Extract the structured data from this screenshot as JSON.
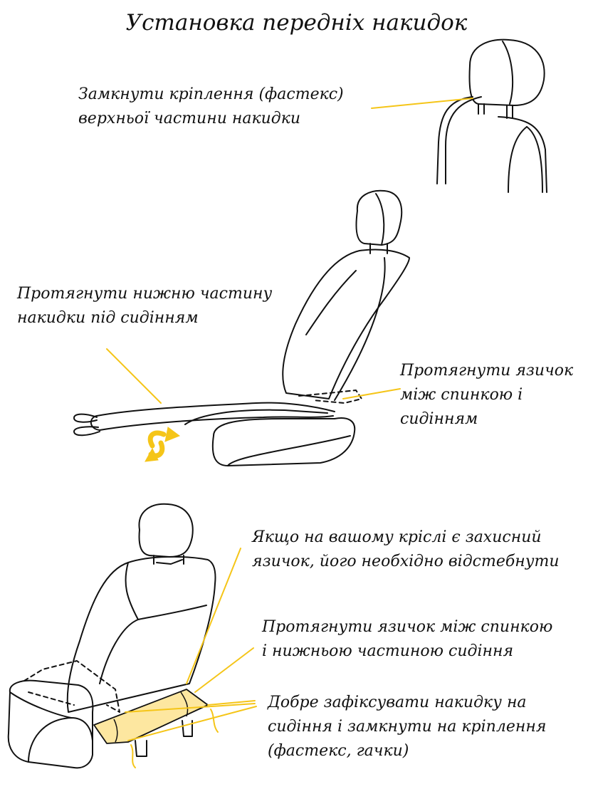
{
  "title": "Установка передніх накидок",
  "steps": [
    {
      "lines": [
        "Замкнути кріплення (фастекс)",
        "верхньої частини накидки"
      ]
    },
    {
      "lines": [
        "Протягнути нижню частину",
        "накидки під сидінням"
      ]
    },
    {
      "lines": [
        "Протягнути язичок",
        "між спинкою і",
        "сидінням"
      ]
    },
    {
      "lines": [
        "Якщо на вашому кріслі є захисний",
        "язичок, його необхідно відстебнути"
      ]
    },
    {
      "lines": [
        "Протягнути язичок між спинкою",
        "і нижньою частиною сидіння"
      ]
    },
    {
      "lines": [
        "Добре зафіксувати накидку на",
        "сидіння і замкнути на кріплення",
        "(фастекс, гачки)"
      ]
    }
  ],
  "colors": {
    "accent": "#f5c518",
    "accent_fill": "#fde7a0",
    "line": "#111111"
  }
}
